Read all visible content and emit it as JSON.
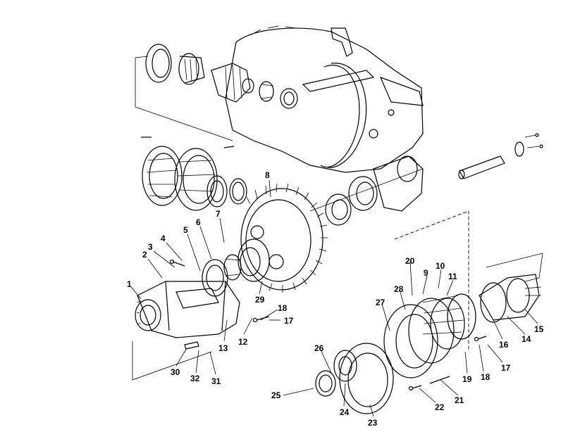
{
  "diagram": {
    "callouts": [
      "1",
      "2",
      "3",
      "4",
      "5",
      "6",
      "7",
      "8",
      "9",
      "10",
      "11",
      "12",
      "13",
      "14",
      "15",
      "16",
      "17",
      "17",
      "18",
      "18",
      "19",
      "20",
      "21",
      "22",
      "23",
      "24",
      "25",
      "26",
      "27",
      "28",
      "29",
      "30",
      "31",
      "32"
    ]
  }
}
